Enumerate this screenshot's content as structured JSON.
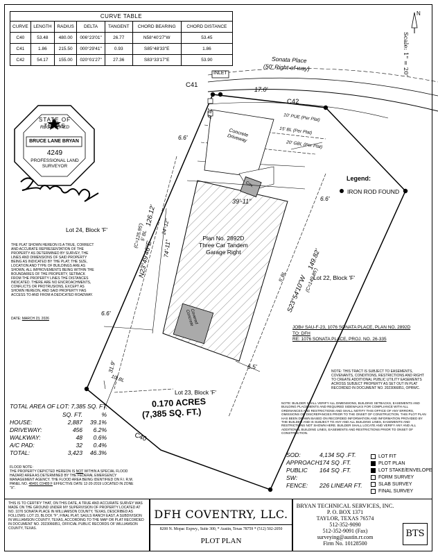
{
  "curve_table": {
    "title": "CURVE TABLE",
    "headers": [
      "CURVE",
      "LENGTH",
      "RADIUS",
      "DELTA",
      "TANGENT",
      "CHORD BEARING",
      "CHORD DISTANCE"
    ],
    "rows": [
      [
        "C40",
        "53.48",
        "480.00",
        "006°23'01\"",
        "26.77",
        "N58°40'27\"W",
        "53.45"
      ],
      [
        "C41",
        "1.86",
        "215.50",
        "000°29'41\"",
        "0.93",
        "S85°48'33\"E",
        "1.86"
      ],
      [
        "C42",
        "54.17",
        "155.00",
        "020°01'27\"",
        "27.36",
        "S83°33'17\"E",
        "53.90"
      ]
    ]
  },
  "scale_label": "Scale: 1\" = 20'",
  "street": {
    "name": "Sonata Place",
    "row": "(50' Right-of-way)"
  },
  "labels": {
    "inlet": "INLET",
    "c41": "C41",
    "c42": "C42",
    "c40": "C40",
    "d170": "17.0'",
    "d66a": "6.6'",
    "d66b": "6.6'",
    "d66c": "6.6'",
    "d65": "6.5'",
    "d210": "21.0'",
    "pue": "10' PUE (Per Plat)",
    "bl15": "15' BL (Per Plat)",
    "gbl20": "20' GBL (Per Plat)",
    "drive": "Concrete Driveway",
    "cov": "Cov.",
    "w3911": "39'-11\"",
    "w7411": "74'-11\"",
    "d2412": "24'-12\"",
    "d319": "31.9'",
    "n_bearing": "N23°49'46\"E",
    "n_dist": "126.12'",
    "n_c": "(C=125.95')",
    "s_bearing": "S23°54'10\"W",
    "s_dist": "149.82'",
    "s_c": "(C=149.85')",
    "bl5a": "5' BL",
    "bl5b": "5' BL",
    "bl10": "10' BL",
    "plan": "Plan No. 2892D",
    "plan2": "Three Car Tandem",
    "plan3": "Garage Right",
    "covered": "Covered Concrete",
    "lot24": "Lot 24, Block 'F'",
    "lot22": "Lot 22, Block 'F'",
    "lot23": "Lot 23, Block 'F'",
    "acres": "0.170 ACRES",
    "sqft": "(7,385 SQ. FT.)"
  },
  "seal": {
    "top": "STATE OF TEXAS",
    "registered": "REGISTERED",
    "name": "BRUCE LANE BRYAN",
    "number": "4249",
    "bottom": "PROFESSIONAL LAND SURVEYOR"
  },
  "legend": {
    "title": "Legend:",
    "item": "IRON ROD FOUND"
  },
  "certification": "THE PLAT SHOWN HEREON IS A TRUE, CORRECT AND ACCURATE REPRESENTATION OF THE PROPERTY AS DETERMINED BY SURVEY, THE LINES AND DIMENSIONS OF SAID PROPERTY BEING AS INDICATED BY THE PLAT; THE SIZE, LOCATION AND TYPE OF BUILDINGS ARE AS SHOWN, ALL IMPROVEMENTS BEING WITHIN THE BOUNDARIES OF THE PROPERTY, SETBACK FROM THE PROPERTY LINES THE DISTANCES INDICATED. THERE ARE NO ENCROACHMENTS, CONFLICTS OR PROTRUSIONS, EXCEPT AS SHOWN HEREON, AND SAID PROPERTY HAS ACCESS TO AND FROM A DEDICATED ROADWAY.",
  "date_label": "DATE:",
  "date": "MARCH 23, 2026",
  "job": {
    "job": "JOB# SAU-F-23, 1076 SONATA PLACE, PLAN NO. 2892D",
    "to": "TO: DFH",
    "re": "RE: 1076 SONATA PLACE, PROJ. NO. 26-335"
  },
  "note1": "NOTE: THIS TRACT IS SUBJECT TO EASEMENTS, COVENANTS, CONDITIONS, RESTRICTIONS AND RIGHT TO CREATE ADDITIONAL PUBLIC UTILITY EASEMENTS ACROSS SUBJECT PROPERTY AS SET OUT IN PLAT RECORDED IN DOCUMENT NO. 2023066851, OPRWC.",
  "note2": "NOTE: BUILDER SHALL VERIFY ALL DIMENSIONS, BUILDING SETBACKS, EASEMENTS AND BUILDING PLACEMENTS AND REQUIRED SIDEWALKS FOR COMPLIANCE WITH ALL ORDINANCES AND RESTRICTIONS AND SHALL NOTIFY THIS OFFICE OF ANY ERRORS, OMISSIONS OR DISCREPANCIES PRIOR TO THE ONSET OF CONSTRUCTION. THIS PLOT PLAN HAS BEEN DRAWN BASED ON RECORDED INFORMATION AND INFORMATION PROVIDED BY THE BUILDER AND IS SUBJECT TO ANY AND ALL BUILDING LINES, EASEMENTS AND RESTRICTIONS NOT SHOWN HERE. BUILDER SHALL LOCATE AND VERIFY ANY AND ALL ADDITIONAL BUILDING LINES, EASEMENTS AND RESTRICTIONS PRIOR TO ONSET OF CONSTRUCTION.",
  "area": {
    "title": "TOTAL AREA OF LOT:",
    "value": "7,385 SQ. FT.",
    "head": [
      "",
      "SQ. FT.",
      "%"
    ],
    "rows": [
      [
        "HOUSE:",
        "2,887",
        "39.1%"
      ],
      [
        "DRIVEWAY:",
        "456",
        "6.2%"
      ],
      [
        "WALKWAY:",
        "48",
        "0.6%"
      ],
      [
        "A/C PAD:",
        "32",
        "0.4%"
      ],
      [
        "TOTAL:",
        "3,423",
        "46.3%"
      ]
    ]
  },
  "quant": [
    [
      "SOD:",
      "4,134 SQ .FT."
    ],
    [
      "APPROACH:",
      "174 SQ .FT."
    ],
    [
      "PUBLIC SW:",
      "164 SQ .FT."
    ],
    [
      "FENCE:",
      "226 LINEAR FT."
    ]
  ],
  "checklist": [
    "LOT FIT",
    "PLOT PLAN",
    "LOT STAKE/ENVELOPE",
    "FORM SURVEY",
    "SLAB SURVEY",
    "FINAL SURVEY"
  ],
  "checked": [
    false,
    true,
    true,
    false,
    false,
    false
  ],
  "flood": {
    "title": "FLOOD NOTE:",
    "a": "THE PROPERTY DEPICTED HEREON IS ",
    "not": "NOT",
    "b": " WITHIN A SPECIAL FLOOD HAZARD AREA AS DETERMINED BY THE FEDERAL EMERGENCY MANAGEMENT AGENCY. THE FLOOD AREA BEING IDENTIFIED ON F.I. R.M. PANEL NO. ",
    "panel": "48491 C0489 F",
    "c": " EFFECTIVE DATE 12-20-2019 LOCATED IN ZONE \"X\"."
  },
  "certify": "THIS IS TO CERTIFY THAT, ON THIS DATE, A TRUE AND ACCURATE SURVEY WAS MADE ON THE GROUND UNDER MY SUPERVISION OF PROPERTY LOCATED AT NO. 1076 SONATA PLACE IN WILLIAMSON COUNTY, TEXAS, DESCRIBED AS FOLLOWS: LOT 23, BLOCK \"F\", FINAL PLAT, SAULS RANCH EAST, A SUBDIVISION IN WILLIAMSON COUNTY, TEXAS, ACCORDING TO THE MAP OR PLAT RECORDED IN DOCUMENT NO. 2023066851, OFFICIAL PUBLIC RECORDS OF WILLIAMSON COUNTY, TEXAS.",
  "client": {
    "name": "DFH COVENTRY, LLC.",
    "addr": "8200 N. Mopac Expwy., Suite 300, * Austin, Texas 78759 * (512) 502-2050",
    "doc": "PLOT PLAN"
  },
  "firm": {
    "name": "BRYAN TECHNICAL SERVICES, INC.",
    "lines": [
      "P. O. BOX 1371",
      "TAYLOR, TEXAS 76574",
      "512-352-9090",
      "512-352-9091 (Fax)",
      "surveying@austin.rr.com",
      "Firm No. 10128500"
    ],
    "logo": "BTS"
  }
}
